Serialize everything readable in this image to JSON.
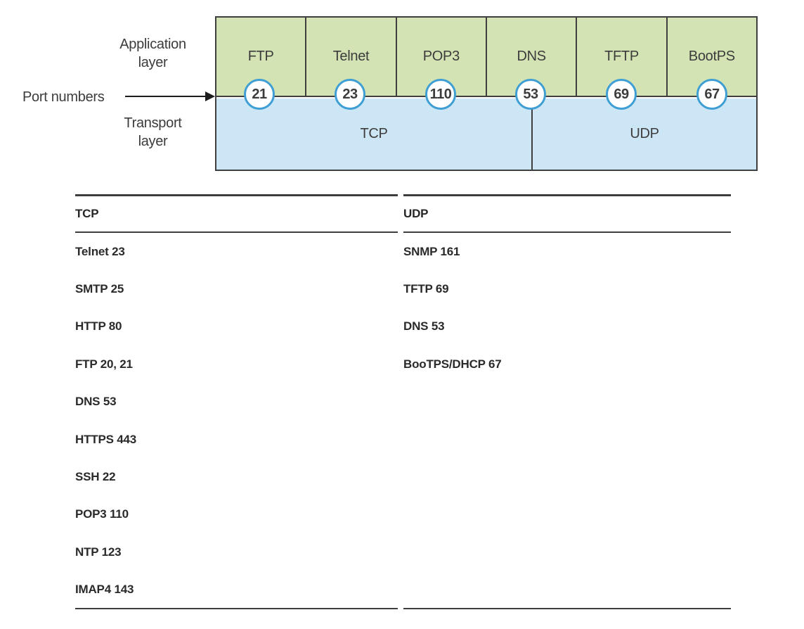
{
  "diagram": {
    "labels": {
      "application_line1": "Application",
      "application_line2": "layer",
      "port_numbers": "Port numbers",
      "transport_line1": "Transport",
      "transport_line2": "layer"
    },
    "boxes": [
      {
        "name": "FTP",
        "port": "21"
      },
      {
        "name": "Telnet",
        "port": "23"
      },
      {
        "name": "POP3",
        "port": "110"
      },
      {
        "name": "DNS",
        "port": "53"
      },
      {
        "name": "TFTP",
        "port": "69"
      },
      {
        "name": "BootPS",
        "port": "67"
      }
    ],
    "transport": {
      "tcp": "TCP",
      "udp": "UDP"
    },
    "colors": {
      "application_fill": "#d3e3b4",
      "transport_fill": "#cde6f5",
      "outline": "#3f3f3f",
      "port_circle_ring": "#3f9fd4",
      "port_circle_fill": "#ffffff"
    }
  },
  "table": {
    "tcp": {
      "header": "TCP",
      "rows": [
        "Telnet 23",
        "SMTP 25",
        "HTTP 80",
        "FTP 20, 21",
        "DNS 53",
        "HTTPS 443",
        "SSH 22",
        "POP3 110",
        "NTP 123",
        "IMAP4 143"
      ]
    },
    "udp": {
      "header": "UDP",
      "rows": [
        "SNMP 161",
        "TFTP 69",
        "DNS 53",
        "BooTPS/DHCP 67"
      ]
    }
  }
}
